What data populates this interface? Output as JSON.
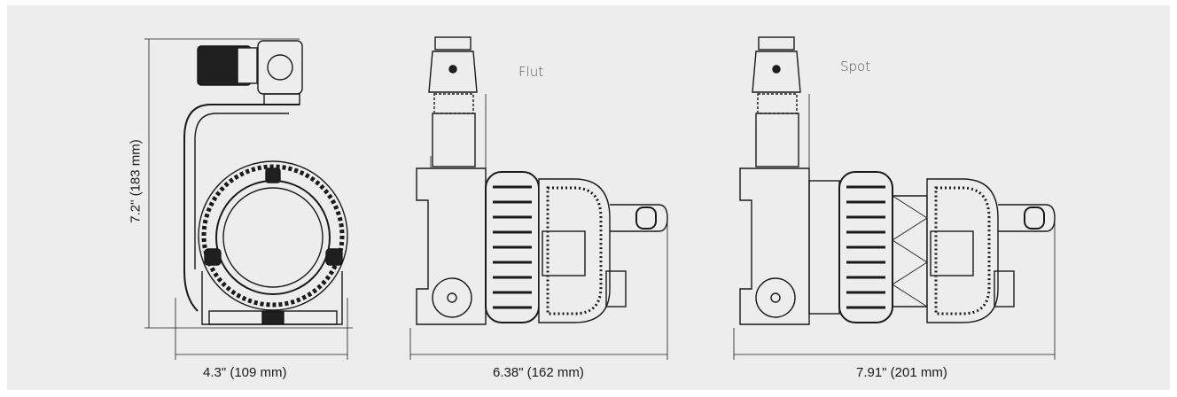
{
  "views": {
    "front": {
      "height_label": "7.2\" (183 mm)",
      "width_label": "4.3\" (109 mm)"
    },
    "flood": {
      "mode_label": "Flut",
      "length_label": "6.38\" (162 mm)"
    },
    "spot": {
      "mode_label": "Spot",
      "length_label": "7.91\" (201 mm)"
    }
  },
  "colors": {
    "background": "#ededed",
    "line": "#1a1a1a"
  }
}
